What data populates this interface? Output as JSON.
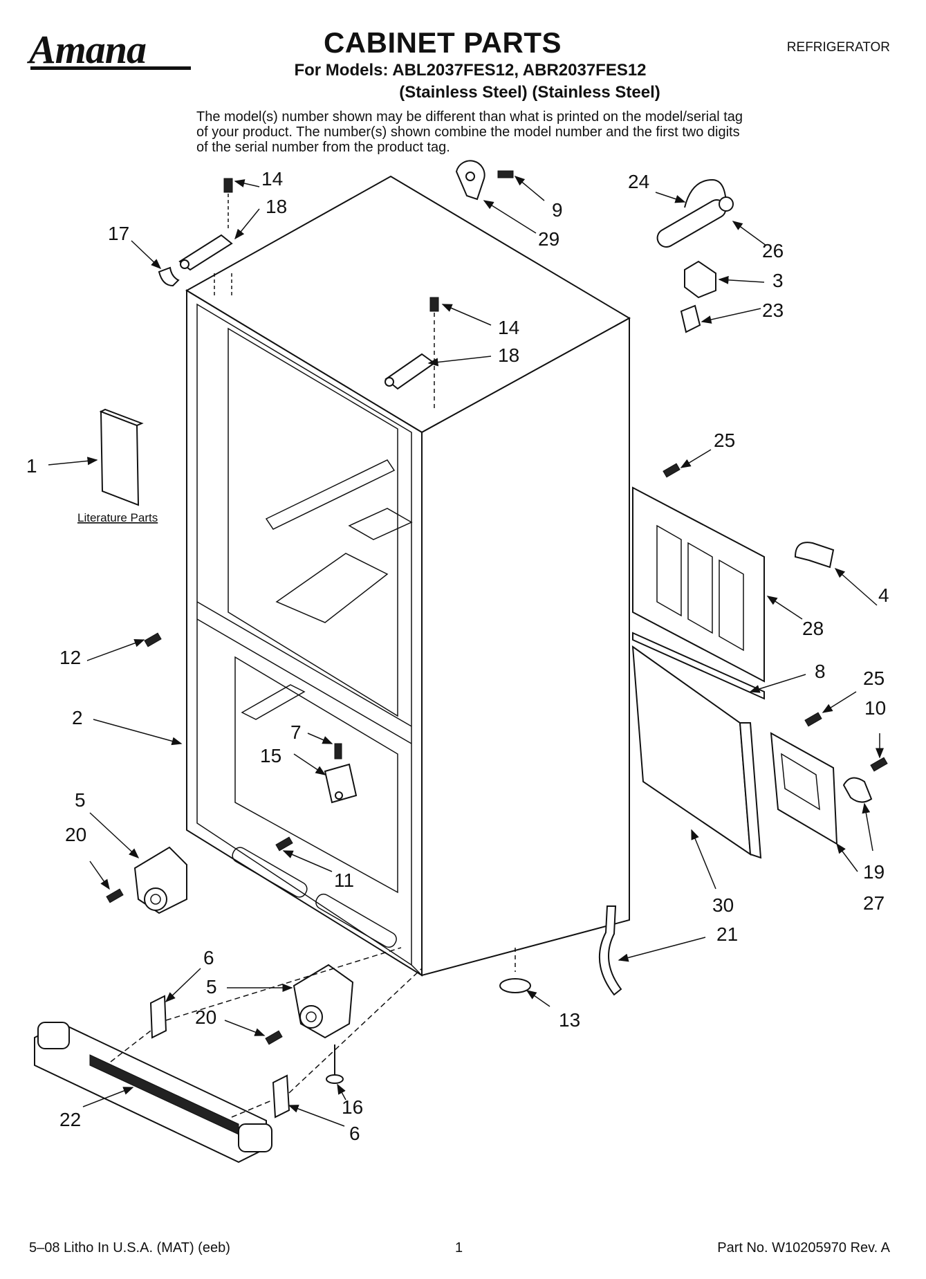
{
  "header": {
    "brand": "Amana",
    "title": "CABINET PARTS",
    "models_line": "For Models: ABL2037FES12, ABR2037FES12",
    "finish_line": "(Stainless Steel) (Stainless Steel)",
    "category": "REFRIGERATOR",
    "note": "The model(s) number shown may be different than what is printed on the model/serial tag of your product. The number(s) shown combine the model number and the first two digits of the serial number from the product tag."
  },
  "literature_label": "Literature Parts",
  "callouts": [
    "1",
    "2",
    "3",
    "4",
    "5",
    "5",
    "6",
    "6",
    "7",
    "8",
    "9",
    "10",
    "11",
    "12",
    "13",
    "14",
    "14",
    "15",
    "16",
    "17",
    "18",
    "18",
    "19",
    "20",
    "20",
    "21",
    "22",
    "23",
    "24",
    "25",
    "25",
    "26",
    "27",
    "28",
    "29",
    "30"
  ],
  "footer": {
    "left": "5–08 Litho In U.S.A. (MAT) (eeb)",
    "page": "1",
    "part_no": "Part No. W10205970 Rev. A"
  }
}
